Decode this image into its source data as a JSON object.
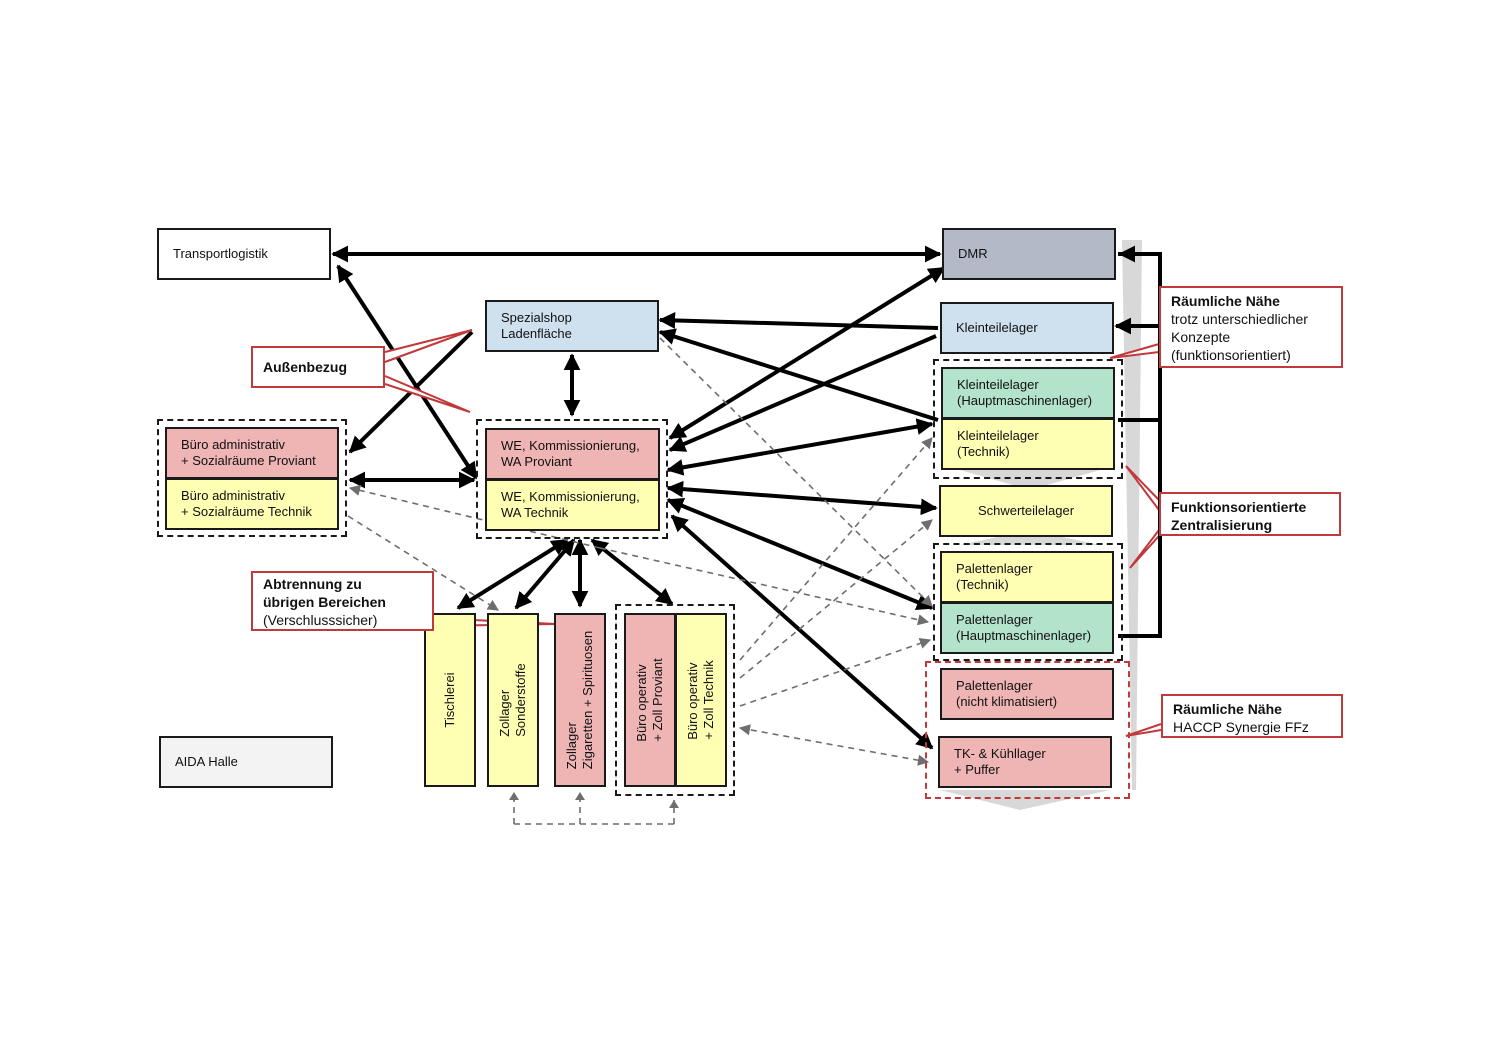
{
  "nodes": {
    "transportlogistik": "Transportlogistik",
    "aida_halle": "AIDA Halle",
    "dmr": "DMR",
    "spezialshop": [
      "Spezialshop",
      "Ladenfläche"
    ],
    "kleinteilelager_top": "Kleinteilelager",
    "buero_admin_proviant": [
      "Büro administrativ",
      "+ Sozialräume Proviant"
    ],
    "buero_admin_technik": [
      "Büro administrativ",
      "+ Sozialräume Technik"
    ],
    "we_proviant": [
      "WE, Kommissionierung,",
      "WA Proviant"
    ],
    "we_technik": [
      "WE, Kommissionierung,",
      "WA Technik"
    ],
    "kleinteilelager_hml": [
      "Kleinteilelager",
      "(Hauptmaschinenlager)"
    ],
    "kleinteilelager_technik": [
      "Kleinteilelager",
      "(Technik)"
    ],
    "schwerteilelager": "Schwerteilelager",
    "palettenlager_technik": [
      "Palettenlager",
      "(Technik)"
    ],
    "palettenlager_hml": [
      "Palettenlager",
      "(Hauptmaschinenlager)"
    ],
    "palettenlager_nk": [
      "Palettenlager",
      "(nicht klimatisiert)"
    ],
    "tk_kuehllager": [
      "TK- & Kühllager",
      "+ Puffer"
    ],
    "tischlerei": "Tischlerei",
    "zollager_sonderstoffe": [
      "Zollager",
      "Sonderstoffe"
    ],
    "zollager_zigaretten": [
      "Zollager",
      "Zigaretten + Spirituosen"
    ],
    "buero_operativ_proviant": [
      "Büro operativ",
      "+ Zoll Proviant"
    ],
    "buero_operativ_technik": [
      "Büro operativ",
      "+ Zoll Technik"
    ]
  },
  "callouts": {
    "aussenbezug": "Außenbezug",
    "abtrennung": [
      "Abtrennung zu",
      "übrigen Bereichen",
      "(Verschlusssicher)"
    ],
    "raeumliche_naehe_1": [
      "Räumliche Nähe",
      "trotz unterschiedlicher",
      "Konzepte",
      "(funktionsorientiert)"
    ],
    "funktionsorientiert": [
      "Funktionsorientierte",
      "Zentralisierung"
    ],
    "raeumliche_naehe_2": [
      "Räumliche Nähe",
      "HACCP Synergie FFz"
    ]
  },
  "colors": {
    "arrow": "#000000",
    "dashed_arrow": "#6e6e6e",
    "callout_border": "#c0393b",
    "yellow": "#ffffb3",
    "pink": "#efb5b5",
    "blue": "#cfe0ef",
    "green": "#b3e3cb",
    "grey": "#b4b9c8"
  }
}
